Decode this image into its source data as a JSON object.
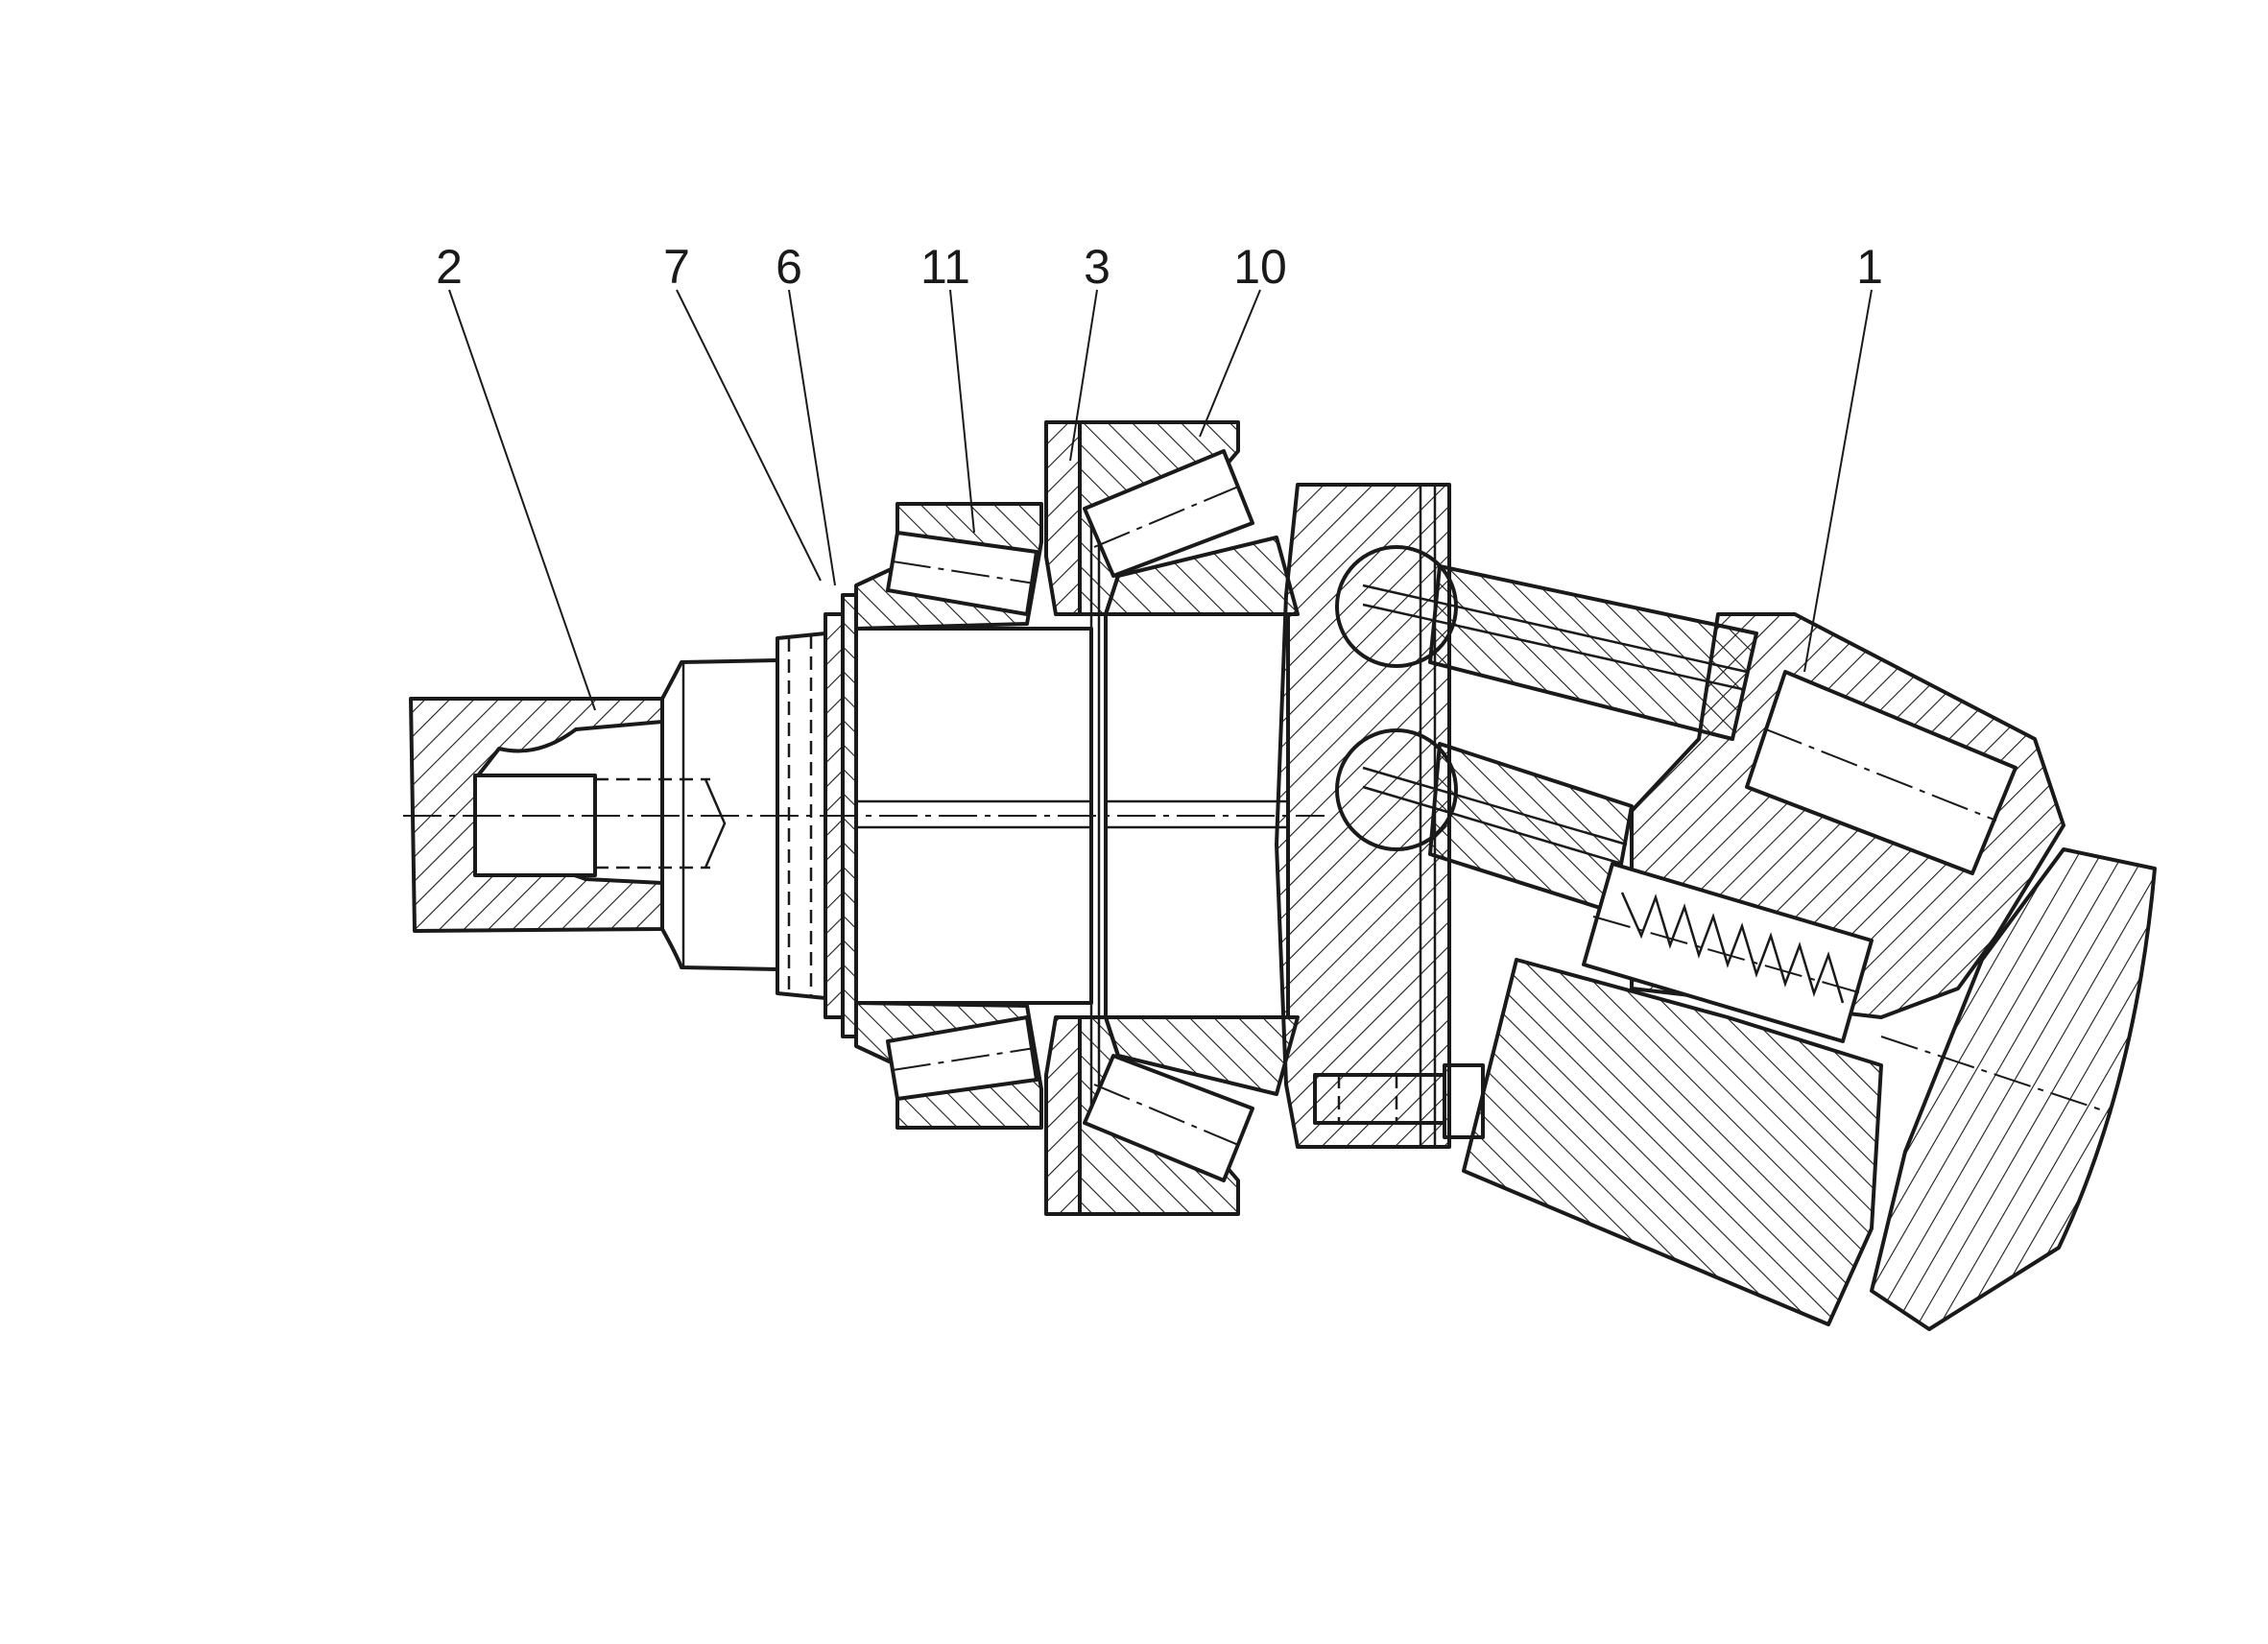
{
  "callouts": [
    {
      "number": "2"
    },
    {
      "number": "7"
    },
    {
      "number": "6"
    },
    {
      "number": "11"
    },
    {
      "number": "3"
    },
    {
      "number": "10"
    },
    {
      "number": "1"
    }
  ],
  "colors": {
    "line": "#1a1a1a",
    "background": "#ffffff"
  }
}
